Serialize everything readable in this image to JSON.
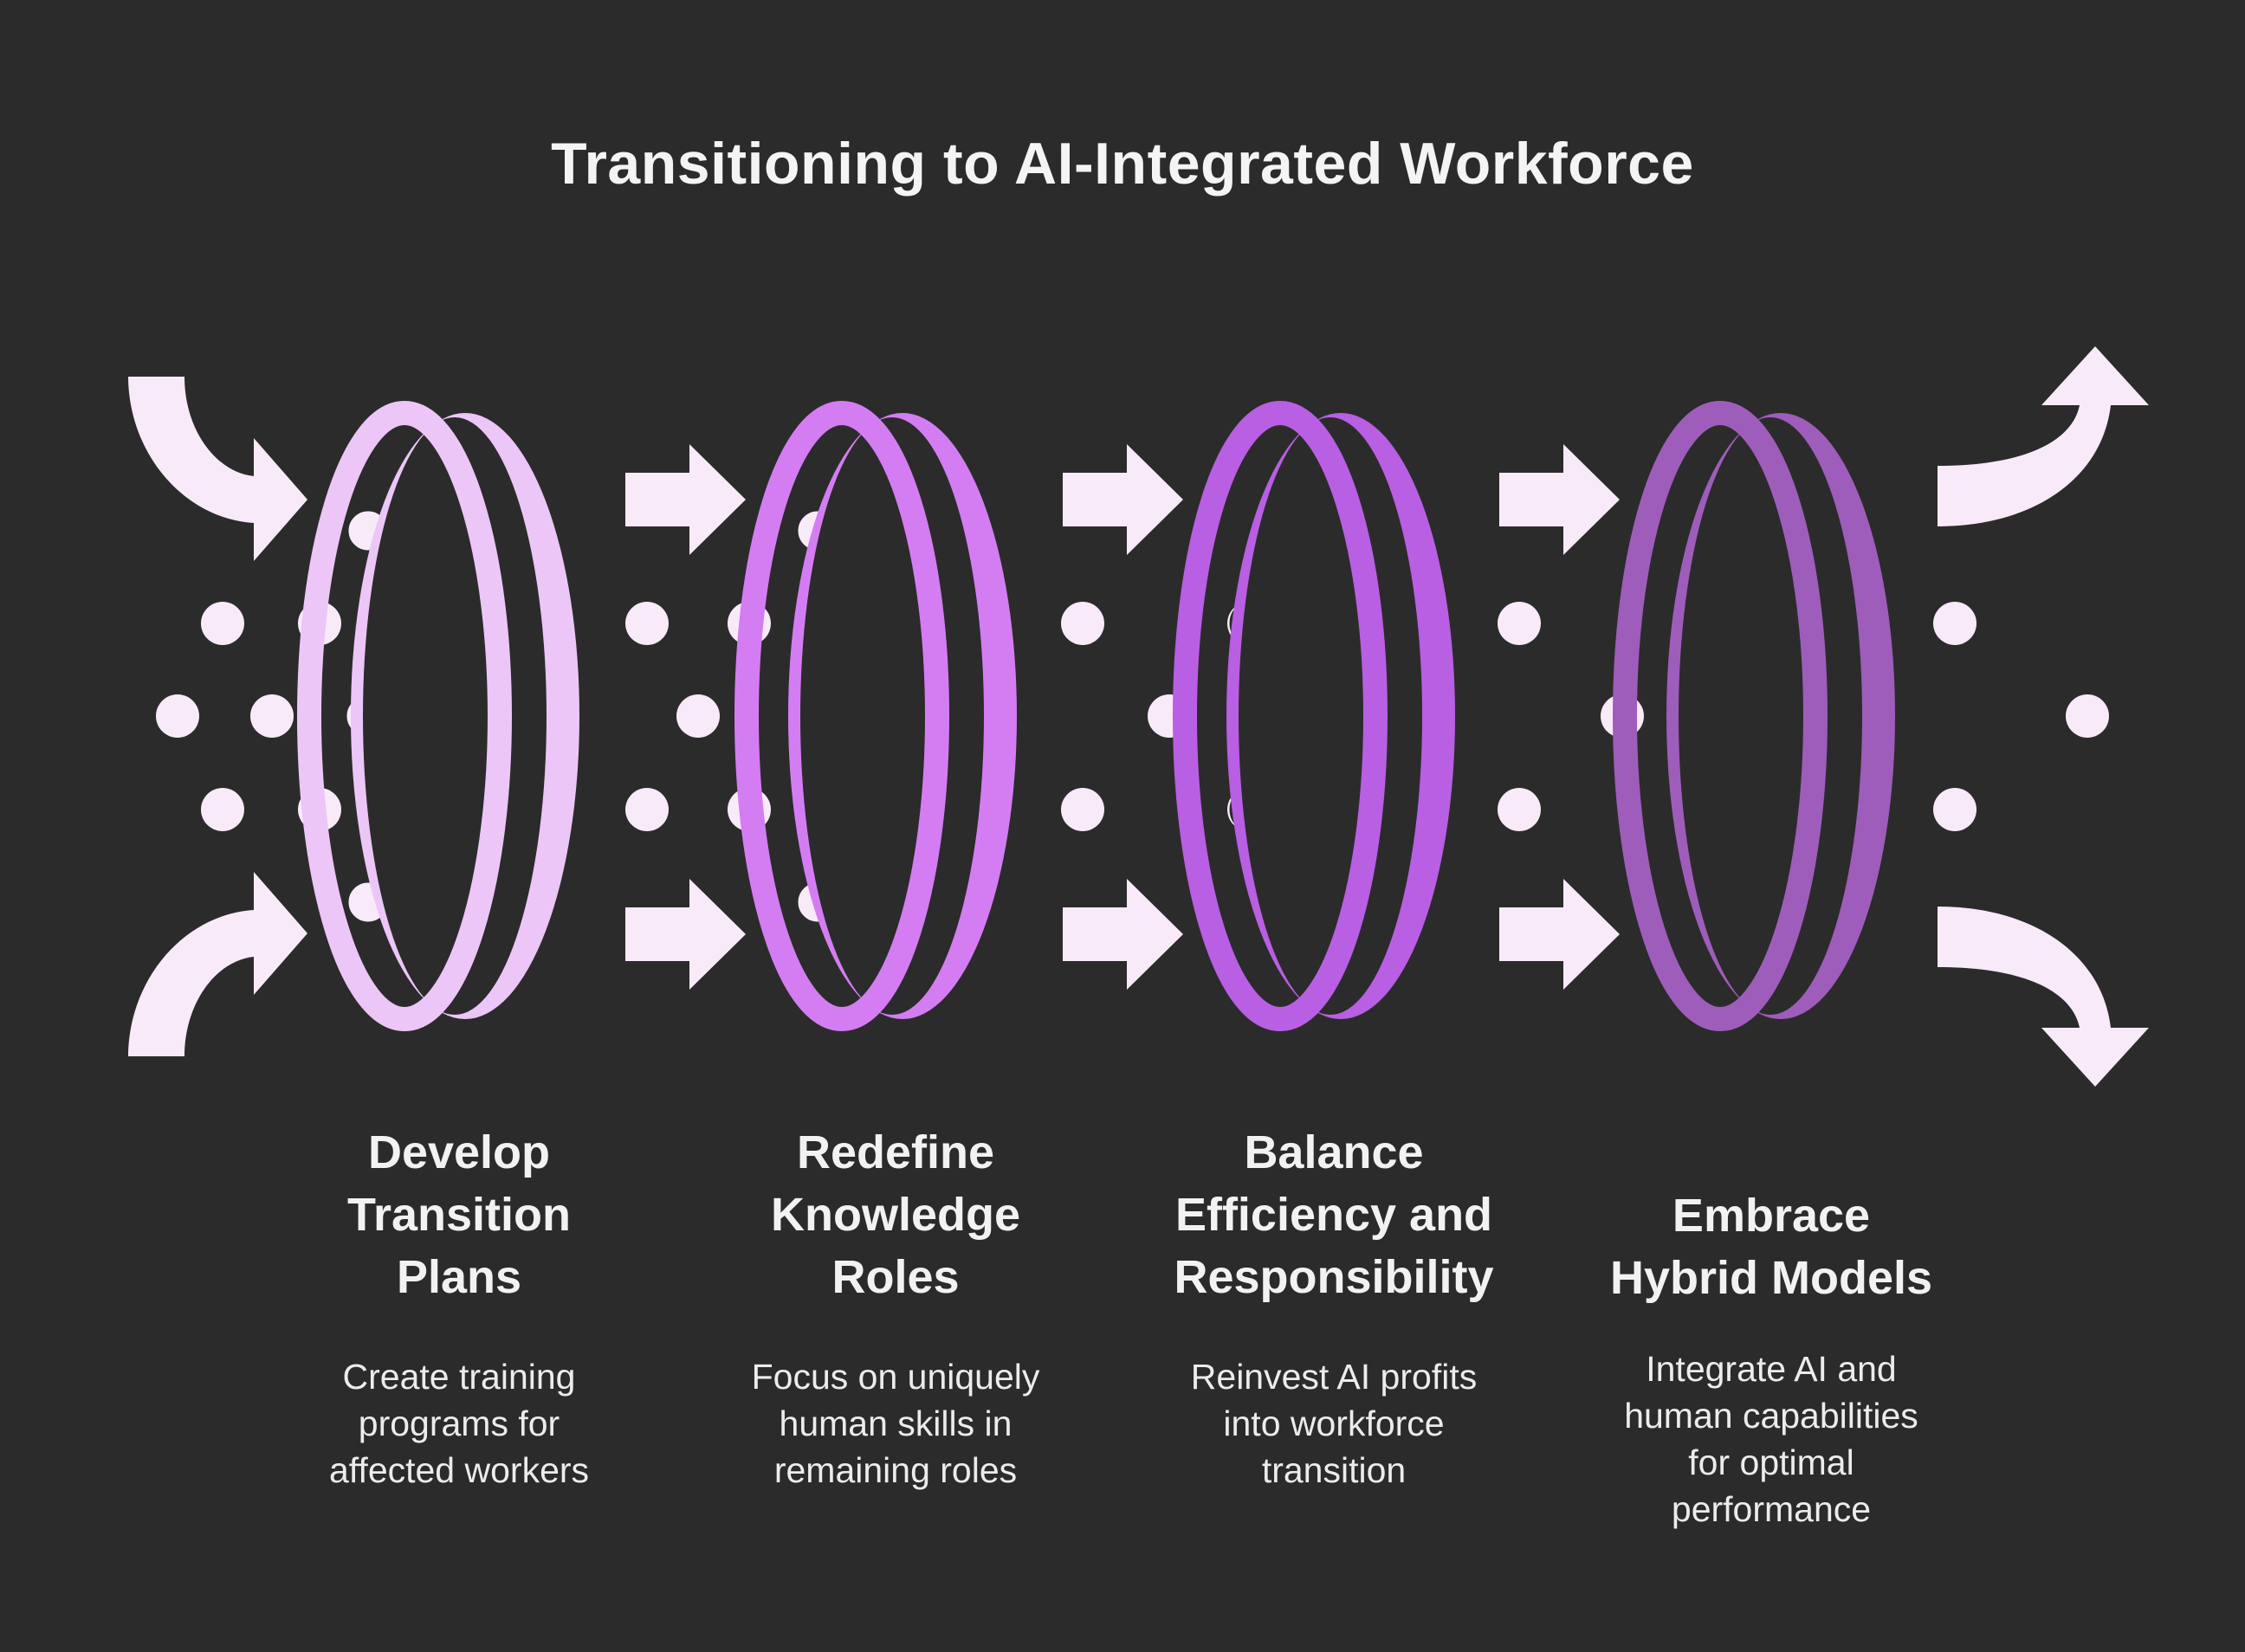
{
  "title": "Transitioning to AI-Integrated Workforce",
  "colors": {
    "background": "#2b2b2b",
    "dot": "#f9eafa",
    "arrow": "#f9eafa",
    "ring_1": "#ecc6f7",
    "ring_2": "#d47df3",
    "ring_3": "#b95fe3",
    "ring_4": "#9e5dba"
  },
  "stages": [
    {
      "title_lines": [
        "Develop",
        "Transition",
        "Plans"
      ],
      "desc_lines": [
        "Create training",
        "programs for",
        "affected workers"
      ]
    },
    {
      "title_lines": [
        "Redefine",
        "Knowledge",
        "Roles"
      ],
      "desc_lines": [
        "Focus on uniquely",
        "human skills in",
        "remaining roles"
      ]
    },
    {
      "title_lines": [
        "Balance",
        "Efficiency and",
        "Responsibility"
      ],
      "desc_lines": [
        "Reinvest AI profits",
        "into workforce",
        "transition"
      ]
    },
    {
      "title_lines": [
        "Embrace",
        "Hybrid Models"
      ],
      "desc_lines": [
        "Integrate AI and",
        "human capabilities",
        "for optimal",
        "performance"
      ]
    }
  ]
}
